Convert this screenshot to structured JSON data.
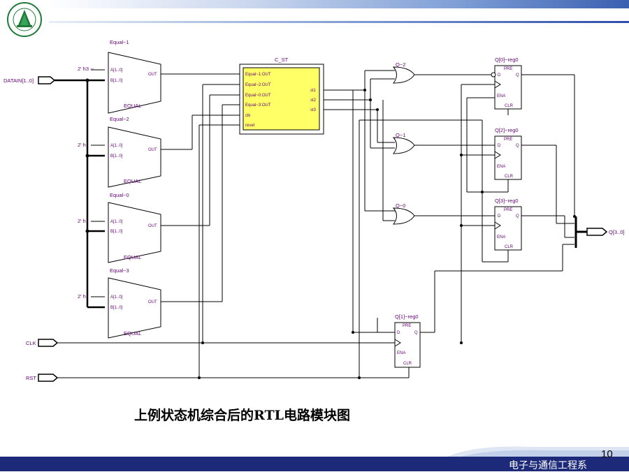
{
  "diagram": {
    "caption": "上例状态机综合后的RTL电路模块图",
    "inputs": {
      "datain": "DATAIN[1..0]",
      "clk": "CLK",
      "rst": "RST"
    },
    "output": "Q[3..0]",
    "comparators": [
      {
        "title": "Equal~1",
        "const": "2' h3 --",
        "port_a": "A[1..0]",
        "port_b": "B[1..0]",
        "out": "OUT",
        "type": "EQUAL"
      },
      {
        "title": "Equal~2",
        "const": "2' h",
        "port_a": "A[1..0]",
        "port_b": "B[1..0]",
        "out": "OUT",
        "type": "EQUAL"
      },
      {
        "title": "Equal~0",
        "const": "2' h",
        "port_a": "A[1..0]",
        "port_b": "B[1..0]",
        "out": "OUT",
        "type": "EQUAL"
      },
      {
        "title": "Equal~3",
        "const": "2' h",
        "port_a": "A[1..0]",
        "port_b": "B[1..0]",
        "out": "OUT",
        "type": "EQUAL"
      }
    ],
    "state_machine": {
      "title": "C_ST",
      "ports_in": [
        "Equal~1:OUT",
        "Equal~2:OUT",
        "Equal~0:OUT",
        "Equal~3:OUT",
        "clk",
        "reset"
      ],
      "ports_out": [
        "st1",
        "st2",
        "st3"
      ]
    },
    "or_gates": [
      "Q~2",
      "Q~1",
      "Q~0"
    ],
    "registers": [
      {
        "title": "Q[0]~reg0",
        "pre": "PRE",
        "d": "D",
        "q": "Q",
        "ena": "ENA",
        "clr": "CLR"
      },
      {
        "title": "Q[2]~reg0",
        "pre": "PRE",
        "d": "D",
        "q": "Q",
        "ena": "ENA",
        "clr": "CLR"
      },
      {
        "title": "Q[3]~reg0",
        "pre": "PRE",
        "d": "D",
        "q": "Q",
        "ena": "ENA",
        "clr": "CLR"
      },
      {
        "title": "Q[1]~reg0",
        "pre": "PRE",
        "d": "D",
        "q": "Q",
        "ena": "ENA",
        "clr": "CLR"
      }
    ]
  },
  "footer": {
    "department": "电子与通信工程系",
    "page_number": "10"
  },
  "colors": {
    "label_purple": "#660077",
    "block_yellow": "#ffff66",
    "footer_navy": "#1d2a7a"
  }
}
